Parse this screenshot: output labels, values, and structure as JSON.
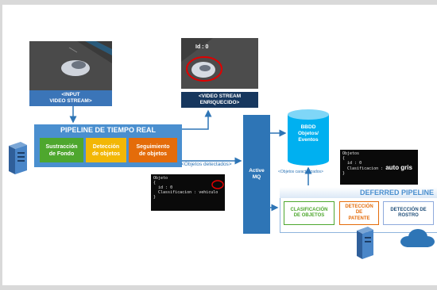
{
  "input_stream": {
    "caption": "<INPUT\nVIDEO STREAM>"
  },
  "enriched_stream": {
    "caption": "<VIDEO STREAM\nENRIQUECIDO>",
    "overlay_id": "Id : 0"
  },
  "pipeline_rt": {
    "title": "PIPELINE DE TIEMPO REAL",
    "stages": [
      {
        "label": "Sustracción\nde Fondo",
        "color": "#4ea72e"
      },
      {
        "label": "Detección\nde objetos",
        "color": "#f2b705"
      },
      {
        "label": "Seguimiento\nde objetos",
        "color": "#e46c0a"
      }
    ]
  },
  "edge_objects_detected": "<Objetos detectados>",
  "mq": {
    "label": "Active\nMQ"
  },
  "db": {
    "label": "BBDD\nObjetos/\nEventos"
  },
  "edge_objects_characterized": "<Objetos caracterizados>",
  "code_rt": {
    "text": "Objeto\n{\n  id : 0\n  Classificacion : vehiculo\n}"
  },
  "code_deferred": {
    "prefix": "Objetos\n{\n  id : 0\n  Clasificacion : ",
    "value": "auto gris",
    "suffix": "\n}"
  },
  "deferred": {
    "title": "DEFERRED PIPELINE",
    "stages": [
      {
        "label": "CLASIFICACIÓN\nDE OBJETOS",
        "color": "#4ea72e"
      },
      {
        "label": "DETECCIÓN\nDE\nPATENTE",
        "color": "#e46c0a"
      },
      {
        "label": "DETECCIÓN DE\nROSTRO",
        "color": "#1f4e79"
      }
    ]
  },
  "icons": [
    "server-icon",
    "server-icon",
    "cloud-icon"
  ]
}
